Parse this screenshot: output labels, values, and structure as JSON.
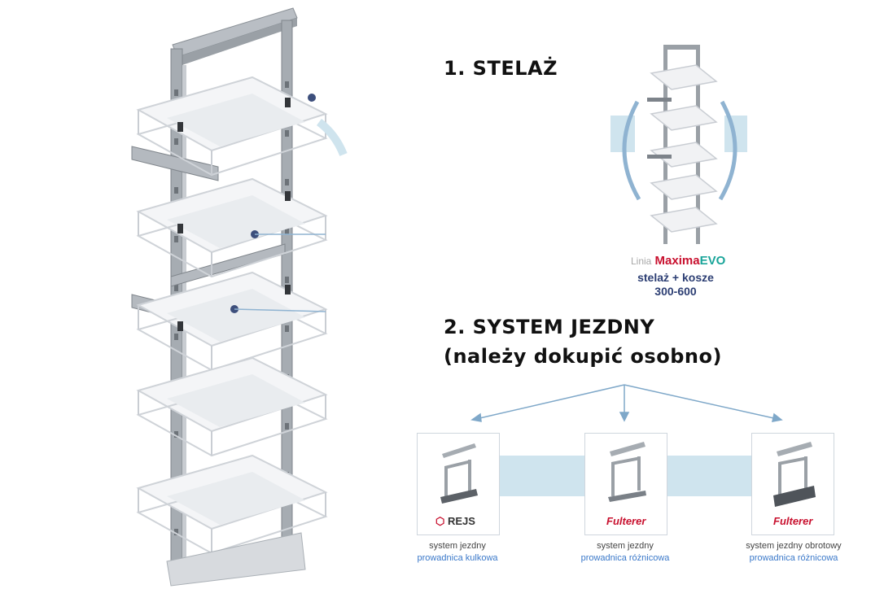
{
  "section1": {
    "heading": "1. STELAŻ"
  },
  "product": {
    "brand_prefix": "Linia",
    "brand_name": "Maxima",
    "brand_suffix": "EVO",
    "desc_line1": "stelaż + kosze",
    "desc_line2": "300-600"
  },
  "section2": {
    "heading_line1": "2. SYSTEM JEZDNY",
    "heading_line2": "(należy dokupić osobno)"
  },
  "systems": [
    {
      "logo": "REJS",
      "caption_line1": "system jezdny",
      "caption_line2": "prowadnica kulkowa"
    },
    {
      "logo": "Fulterer",
      "caption_line1": "system jezdny",
      "caption_line2": "prowadnica różnicowa"
    },
    {
      "logo": "Fulterer",
      "caption_line1": "system jezdny obrotowy",
      "caption_line2": "prowadnica różnicowa"
    }
  ],
  "colors": {
    "frame": "#9aa0a6",
    "basket_wire": "#d8dbe0",
    "tray": "#eef0f3",
    "arrow": "#7fa8c9",
    "accent_band": "#cfe4ee"
  }
}
